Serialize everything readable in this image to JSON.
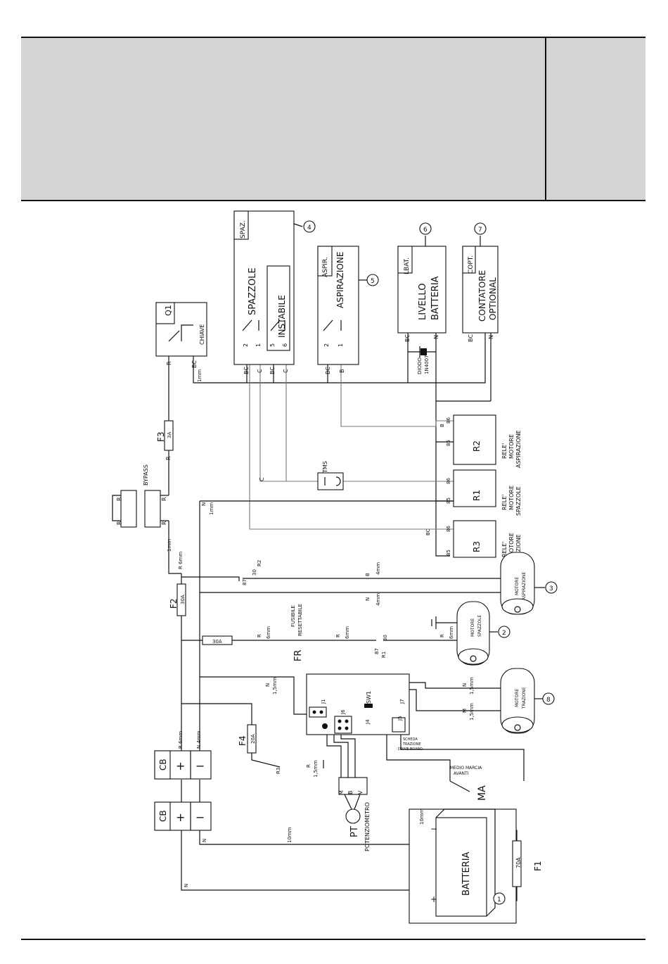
{
  "header": {
    "left_panel_text": "",
    "right_panel_text": ""
  },
  "colors": {
    "header_bg": "#d4d4d6",
    "line": "#111111",
    "wire_secondary": "#777777"
  },
  "components": {
    "q1": {
      "tag": "Q1",
      "name": "CHIAVE"
    },
    "spaz": {
      "tag": "SPAZ.",
      "name": "SPAZZOLE",
      "sub": "INSTABILE",
      "pins": [
        "2",
        "1",
        "5",
        "6"
      ],
      "wires": [
        "BC",
        "C",
        "BC",
        "C"
      ],
      "ref": "4"
    },
    "aspir": {
      "tag": "ASPIR.",
      "name": "ASPIRAZIONE",
      "pins": [
        "2",
        "1"
      ],
      "wires": [
        "BC",
        "B"
      ],
      "ref": "5"
    },
    "lbat": {
      "tag": "LBAT.",
      "name1": "LIVELLO",
      "name2": "BATTERIA",
      "wires": [
        "BC",
        "N"
      ],
      "ref": "6",
      "diode1": "DIODO",
      "diode2": "1N4007"
    },
    "copt": {
      "tag": "COPT.",
      "name1": "CONTATORE",
      "name2": "OPTIONAL",
      "wires": [
        "BC",
        "N"
      ],
      "ref": "7"
    },
    "f3": {
      "tag": "F3",
      "rating": "3A"
    },
    "bypass": {
      "tag": "BYPASS",
      "r": "R"
    },
    "r1": {
      "tag": "R1",
      "line1": "RELE'",
      "line2": "MOTORE",
      "line3": "SPAZZOLE",
      "pins": [
        "86",
        "85"
      ]
    },
    "r2": {
      "tag": "R2",
      "line1": "RELE'",
      "line2": "MOTORE",
      "line3": "ASPIRAZIONE",
      "pins": [
        "86",
        "85"
      ]
    },
    "r3": {
      "tag": "R3",
      "line1": "RELE'",
      "line2": "MOTORE",
      "line3": "TRAZIONE",
      "pins": [
        "86",
        "85"
      ]
    },
    "tms": {
      "tag": "TMS"
    },
    "f2": {
      "tag": "F2",
      "rating": "30A"
    },
    "fr": {
      "tag": "FR",
      "rating": "30A",
      "line1": "FUSIBILE",
      "line2": "RESETTABILE"
    },
    "f4": {
      "tag": "F4",
      "rating": "20A"
    },
    "f1": {
      "tag": "F1",
      "rating": "70A"
    },
    "m_asp": {
      "line1": "MOTORE",
      "line2": "ASPIRAZIONE",
      "ref": "3"
    },
    "m_spaz": {
      "line1": "MOTORE",
      "line2": "SPAZZOLE",
      "ref": "2"
    },
    "m_traz": {
      "line1": "MOTORE",
      "line2": "TRAZIONE",
      "ref": "8"
    },
    "board": {
      "line1": "SCHEDA",
      "line2": "TRAZIONE",
      "line3": "DRIVE BOARD",
      "sw": "SW1",
      "jumpers": [
        "J1",
        "J6",
        "J4",
        "J5",
        "J7"
      ]
    },
    "ma": {
      "tag": "MA",
      "line1": "MEDIO MARCIA",
      "line2": "AVANTI"
    },
    "pt": {
      "tag": "PT",
      "name": "POTENZIOMETRO",
      "pins": [
        "M",
        "B",
        "V"
      ]
    },
    "cb": {
      "tag": "CB",
      "plus": "+",
      "minus": "−"
    },
    "battery": {
      "name": "BATTERIA",
      "ref": "1",
      "plus": "+",
      "minus": "−"
    }
  },
  "wire_labels": {
    "r": "R",
    "bc": "BC",
    "n": "N",
    "b": "B",
    "m": "M",
    "c": "C",
    "mm1": "1mm",
    "mm4": "4mm",
    "mm6": "6mm",
    "mm15": "1,5mm",
    "mm10": "10mm",
    "r6mm": "R 6mm",
    "n4mm": "N 4mm",
    "t30": "30",
    "t87": "87",
    "r1": "R1",
    "r2": "R2",
    "r3": "R3"
  }
}
